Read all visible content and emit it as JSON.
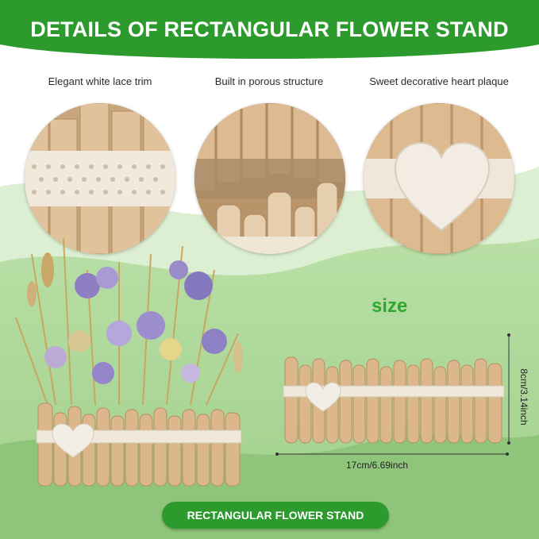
{
  "header": {
    "title": "DETAILS OF RECTANGULAR FLOWER STAND"
  },
  "features": [
    {
      "caption": "Elegant white lace trim"
    },
    {
      "caption": "Built in porous structure"
    },
    {
      "caption": "Sweet decorative heart plaque"
    }
  ],
  "size_section": {
    "label": "size",
    "width_text": "17cm/6.69inch",
    "height_text": "8cm/3.14inch"
  },
  "footer": {
    "button_label": "RECTANGULAR FLOWER STAND"
  },
  "colors": {
    "brand_green": "#2c9a2c",
    "size_green": "#2ea82e",
    "wood": "#d7b58b",
    "lace": "#f2ece0"
  },
  "icons": {
    "heart": "heart-plaque-icon"
  }
}
